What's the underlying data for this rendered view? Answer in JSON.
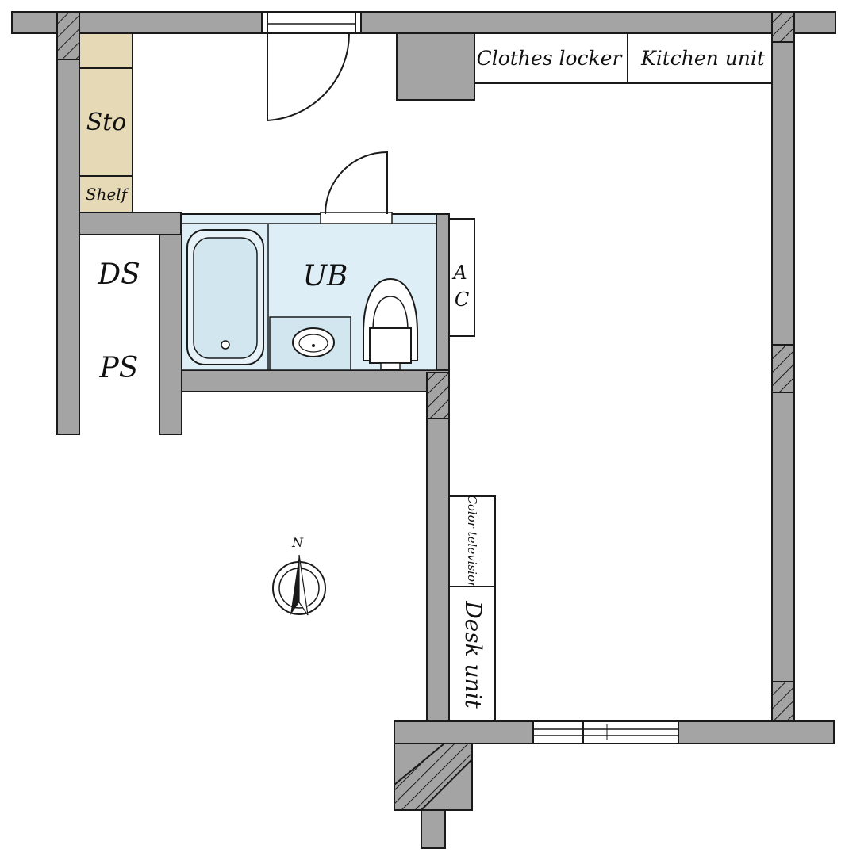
{
  "colors": {
    "wall": "#a4a4a4",
    "wall_stroke": "#1a1a1a",
    "storage": "#e5d9b6",
    "bath": "#ddeef6",
    "bath_inner": "#d2e6f0"
  },
  "labels": {
    "storage": "Sto",
    "shelf": "Shelf",
    "clothes_locker": "Clothes locker",
    "kitchen_unit": "Kitchen unit",
    "ds": "DS",
    "ps": "PS",
    "unit_bath": "UB",
    "ac_a": "A",
    "ac_c": "C",
    "color_tv": "Color television",
    "desk_unit": "Desk unit",
    "compass_n": "N"
  },
  "icons": {
    "compass": "north-compass-icon",
    "bathtub": "bathtub-icon",
    "sink": "washbasin-icon",
    "toilet": "toilet-icon"
  }
}
